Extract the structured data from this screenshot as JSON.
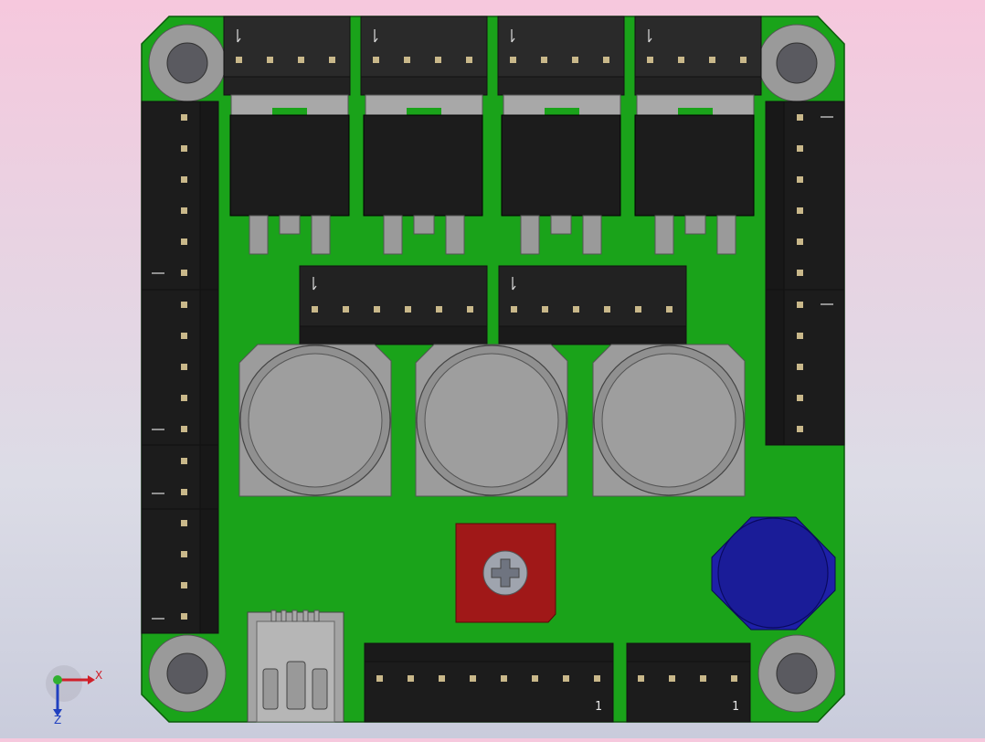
{
  "scene": {
    "background_top": "#f6c8dd",
    "background_bottom": "#c9ccdc"
  },
  "board": {
    "pcb_color": "#1aa31a",
    "header_color": "#202020",
    "pin_color": "#c9b88a",
    "capacitor_color": "#9a9a9a",
    "potentiometer_color": "#a01818",
    "buzzer_color": "#1e20a8"
  },
  "labels": {
    "pin1": "1"
  },
  "triad": {
    "x_label": "X",
    "z_label": "Z"
  }
}
